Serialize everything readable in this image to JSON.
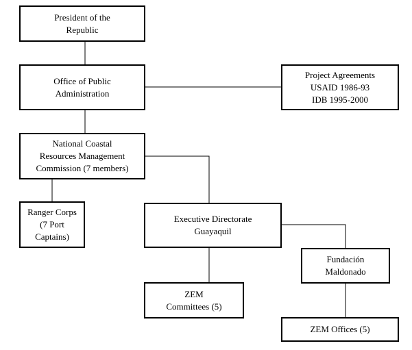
{
  "colors": {
    "line": "#000000",
    "box_border": "#000000",
    "background": "#ffffff"
  },
  "nodes": {
    "president": {
      "lines": [
        "President of the",
        "Republic"
      ]
    },
    "office": {
      "lines": [
        "Office of Public",
        "Administration"
      ]
    },
    "project": {
      "lines": [
        "Project Agreements",
        "USAID 1986-93",
        "IDB 1995-2000"
      ]
    },
    "commission": {
      "lines": [
        "National Coastal",
        "Resources Management",
        "Commission (7 members)"
      ]
    },
    "ranger": {
      "lines": [
        "Ranger Corps",
        "(7 Port",
        "Captains)"
      ]
    },
    "directorate": {
      "lines": [
        "Executive Directorate",
        "Guayaquil"
      ]
    },
    "fundacion": {
      "lines": [
        "Fundación",
        "Maldonado"
      ]
    },
    "zem_committees": {
      "lines": [
        "ZEM",
        "Committees (5)"
      ]
    },
    "zem_offices": {
      "lines": [
        "ZEM Offices (5)"
      ]
    }
  }
}
